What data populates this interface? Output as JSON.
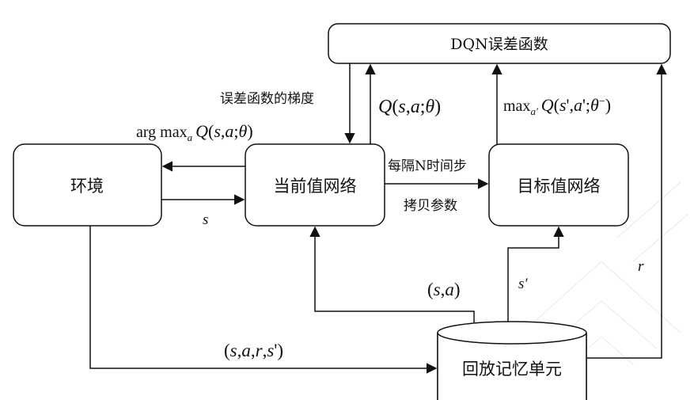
{
  "nodes": {
    "dqn_loss": "DQN误差函数",
    "environment": "环境",
    "current_network": "当前值网络",
    "target_network": "目标值网络",
    "replay_memory": "回放记忆单元"
  },
  "edges": {
    "loss_gradient": "误差函数的梯度",
    "q_current": "Q(s,a;θ)",
    "q_target": "max_a' Q(s',a';θ⁻)",
    "argmax_action": "arg max_a Q(s,a;θ)",
    "state_s": "s",
    "copy_line1": "每隔N时间步",
    "copy_line2": "拷贝参数",
    "sample_sa": "(s,a)",
    "next_state": "s'",
    "reward": "r",
    "transition": "(s,a,r,s')"
  }
}
